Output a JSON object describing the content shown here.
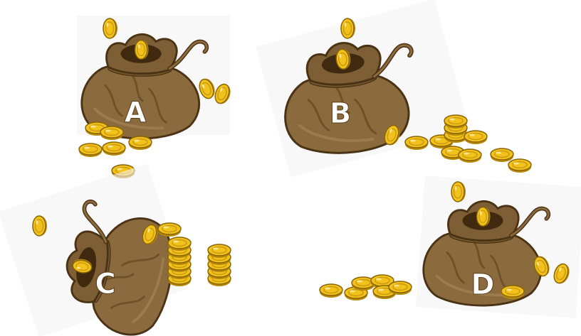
{
  "options": [
    {
      "id": "a",
      "label": "A"
    },
    {
      "id": "b",
      "label": "B"
    },
    {
      "id": "c",
      "label": "C"
    },
    {
      "id": "d",
      "label": "D"
    }
  ],
  "colors": {
    "bag": "#8b6a3e",
    "bag_dark": "#5a3e1b",
    "bag_light": "#a9875a",
    "coin": "#f2c21b",
    "coin_edge": "#b88a0a",
    "coin_shine": "#ffe68a",
    "panel_bg": "#f4f4f4"
  },
  "icons": [
    "money-bag-icon",
    "gold-coin-icon",
    "coin-stack-icon"
  ]
}
